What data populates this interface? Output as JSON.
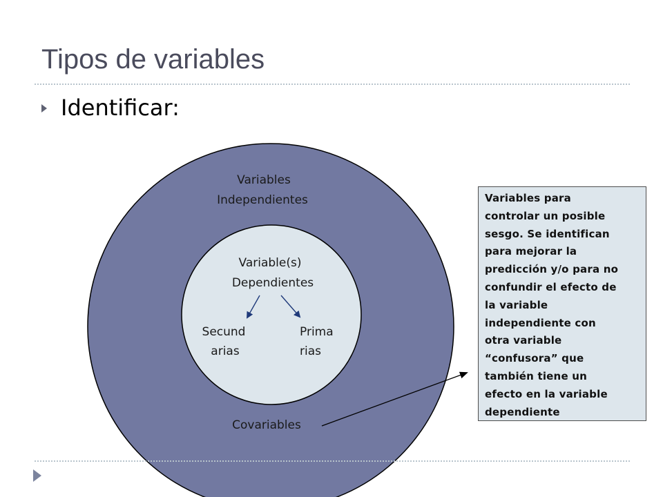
{
  "slide": {
    "title": "Tipos de variables",
    "bullet": "Identificar:"
  },
  "diagram": {
    "outer_label_line1": "Variables",
    "outer_label_line2": "Independientes",
    "inner_label_line1": "Variable(s)",
    "inner_label_line2": "Dependientes",
    "left_sub_line1": "Secund",
    "left_sub_line2": "arias",
    "right_sub_line1": "Prima",
    "right_sub_line2": "rias",
    "bottom_label": "Covariables"
  },
  "callout": {
    "lines": [
      "Variables para",
      "controlar un posible",
      "sesgo. Se identifican",
      "para mejorar la",
      "predicción y/o para no",
      "confundir el efecto de",
      "la variable",
      "independiente con",
      "otra variable",
      "“confusora” que",
      "también tiene un",
      "efecto en la variable",
      "dependiente"
    ]
  },
  "colors": {
    "outer_circle": "#7279a1",
    "inner_circle": "#dde6ec",
    "arrow": "#1f3a7a",
    "title": "#4a4b5c"
  },
  "icons": {
    "bullet": "triangle-right-icon",
    "footer": "triangle-right-icon"
  }
}
